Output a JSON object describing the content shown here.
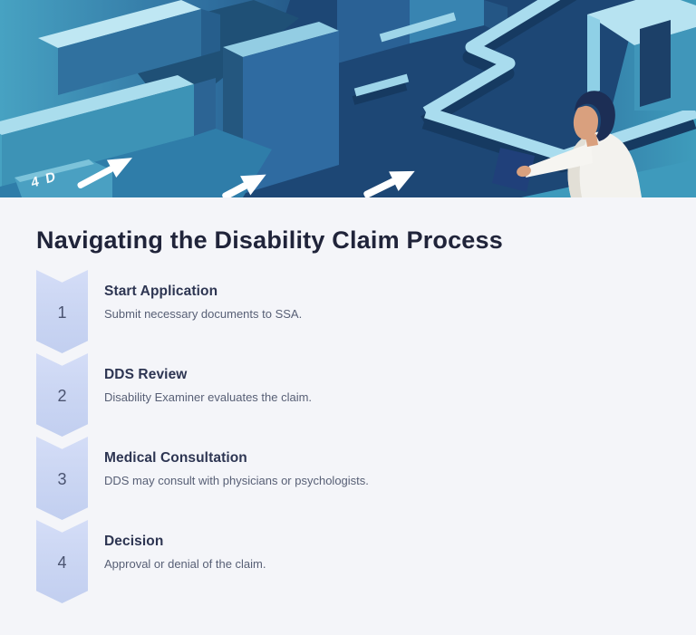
{
  "title": "Navigating the Disability Claim Process",
  "hero": {
    "description": "Isometric maze illustration in blue tones with white direction arrows and a person in a white coat holding a dark document panel",
    "corner_label": "4 D",
    "colors": {
      "teal": "#3b93b4",
      "navy": "#1d4775",
      "wall_top": "#a9dcee",
      "arrow": "#ffffff",
      "coat": "#f3f2ee",
      "hair": "#1c2e55",
      "skin": "#d9a07e"
    }
  },
  "steps": [
    {
      "number": "1",
      "title": "Start Application",
      "description": "Submit necessary documents to SSA."
    },
    {
      "number": "2",
      "title": "DDS Review",
      "description": "Disability Examiner evaluates the claim."
    },
    {
      "number": "3",
      "title": "Medical Consultation",
      "description": "DDS may consult with physicians or psychologists."
    },
    {
      "number": "4",
      "title": "Decision",
      "description": "Approval or denial of the claim."
    }
  ],
  "theme": {
    "background": "#f4f5f9",
    "badge_fill": "#cbd6f3",
    "badge_number_color": "#4a5370",
    "title_color": "#20243a",
    "step_title_color": "#2d3552",
    "step_desc_color": "#575f75"
  }
}
